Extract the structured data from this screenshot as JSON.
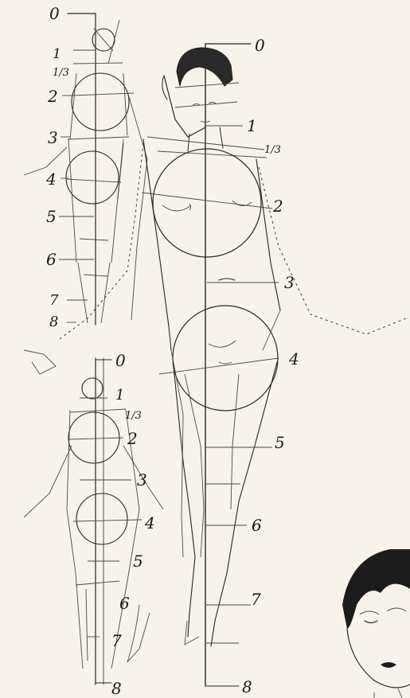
{
  "figures": {
    "top_left": {
      "labels": [
        {
          "id": "0",
          "text": "0"
        },
        {
          "id": "1",
          "text": "1"
        },
        {
          "id": "1-3",
          "text": "1/3"
        },
        {
          "id": "2",
          "text": "2"
        },
        {
          "id": "3",
          "text": "3"
        },
        {
          "id": "4",
          "text": "4"
        },
        {
          "id": "5",
          "text": "5"
        },
        {
          "id": "6",
          "text": "6"
        },
        {
          "id": "7",
          "text": "7"
        },
        {
          "id": "8",
          "text": "8"
        }
      ]
    },
    "center": {
      "labels": [
        {
          "id": "0",
          "text": "0"
        },
        {
          "id": "1",
          "text": "1"
        },
        {
          "id": "1-3",
          "text": "1/3"
        },
        {
          "id": "2",
          "text": "2"
        },
        {
          "id": "3",
          "text": "3"
        },
        {
          "id": "4",
          "text": "4"
        },
        {
          "id": "5",
          "text": "5"
        },
        {
          "id": "6",
          "text": "6"
        },
        {
          "id": "7",
          "text": "7"
        },
        {
          "id": "8",
          "text": "8"
        }
      ]
    },
    "bottom_left": {
      "labels": [
        {
          "id": "0",
          "text": "0"
        },
        {
          "id": "1",
          "text": "1"
        },
        {
          "id": "1-3",
          "text": "1/3"
        },
        {
          "id": "2",
          "text": "2"
        },
        {
          "id": "3",
          "text": "3"
        },
        {
          "id": "4",
          "text": "4"
        },
        {
          "id": "5",
          "text": "5"
        },
        {
          "id": "6",
          "text": "6"
        },
        {
          "id": "7",
          "text": "7"
        },
        {
          "id": "8",
          "text": "8"
        }
      ]
    }
  },
  "colors": {
    "paper": "#f7f3e8",
    "ink": "#262626",
    "hair": "#1c1c1c"
  }
}
